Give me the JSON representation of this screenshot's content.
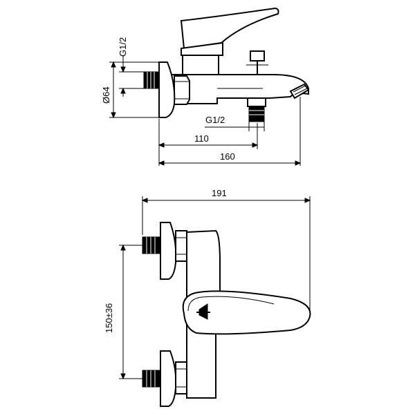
{
  "side_view": {
    "dim_inlet_thread": "G1/2",
    "dim_diameter": "Ø64",
    "dim_outlet_thread": "G1/2",
    "dim_outlet_distance": "110",
    "dim_spout_length": "160"
  },
  "front_view": {
    "dim_width": "191",
    "dim_center_distance": "150±36"
  }
}
